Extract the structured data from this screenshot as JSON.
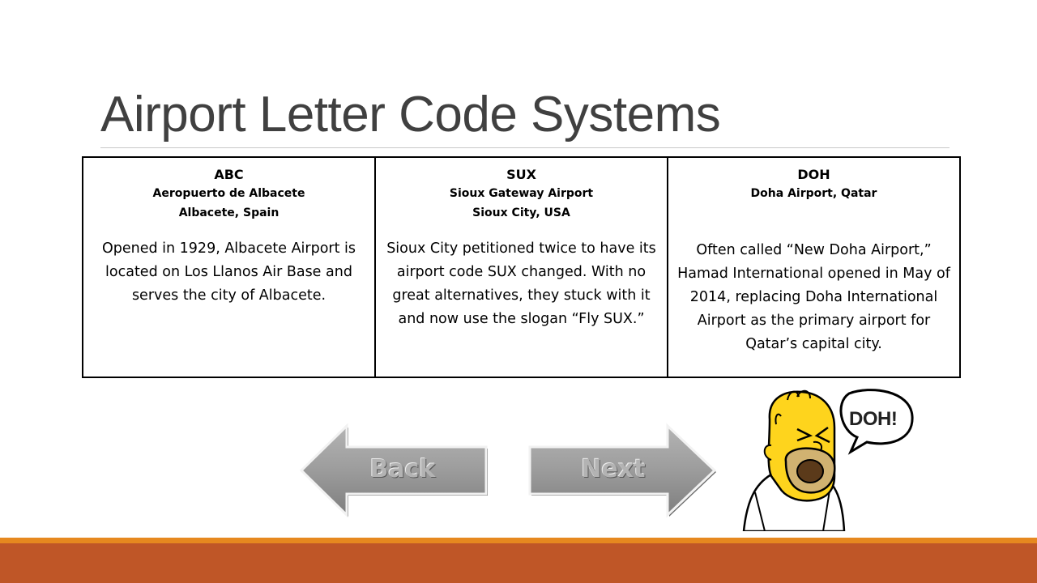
{
  "slide": {
    "title": "Airport Letter Code Systems"
  },
  "airports": [
    {
      "code": "ABC",
      "name": "Aeropuerto de Albacete",
      "location": "Albacete, Spain",
      "description": "Opened in 1929, Albacete Airport is located on Los Llanos Air Base and serves the city of Albacete."
    },
    {
      "code": "SUX",
      "name": "Sioux Gateway Airport",
      "location": "Sioux City, USA",
      "description": "Sioux City petitioned twice to have its airport code SUX changed. With no great alternatives, they stuck with it and now use the slogan “Fly SUX.”"
    },
    {
      "code": "DOH",
      "name": "Doha Airport, Qatar",
      "location": "",
      "description": "Often called “New Doha Airport,” Hamad International opened in May of 2014, replacing Doha International Airport as the primary airport for Qatar’s capital city."
    }
  ],
  "navigation": {
    "back_label": "Back",
    "next_label": "Next"
  },
  "illustration": {
    "speech_text": "DOH!"
  },
  "colors": {
    "title": "#404040",
    "stripe_light": "#e6881f",
    "stripe_dark": "#bf5627",
    "arrow_fill": "#9a9a9a"
  }
}
